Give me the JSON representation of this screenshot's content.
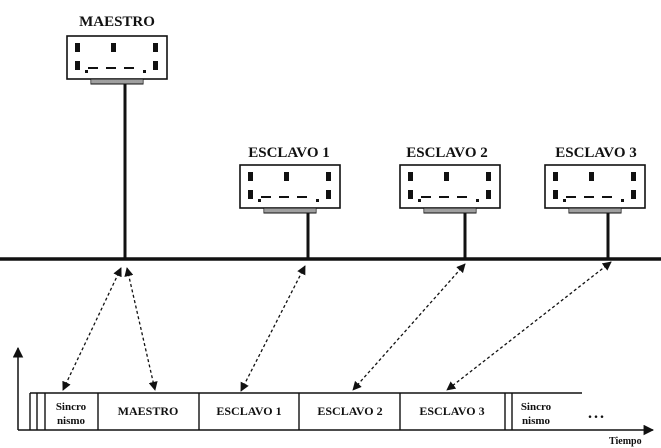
{
  "nodes": {
    "master": "MAESTRO",
    "slave1": "ESCLAVO 1",
    "slave2": "ESCLAVO 2",
    "slave3": "ESCLAVO 3"
  },
  "timeline": {
    "slots": [
      {
        "line1": "Sincro",
        "line2": "nismo"
      },
      {
        "line1": "MAESTRO"
      },
      {
        "line1": "ESCLAVO 1"
      },
      {
        "line1": "ESCLAVO 2"
      },
      {
        "line1": "ESCLAVO 3"
      },
      {
        "line1": "Sincro",
        "line2": "nismo"
      }
    ],
    "ellipsis": "...",
    "axis_label": "Tiempo"
  }
}
